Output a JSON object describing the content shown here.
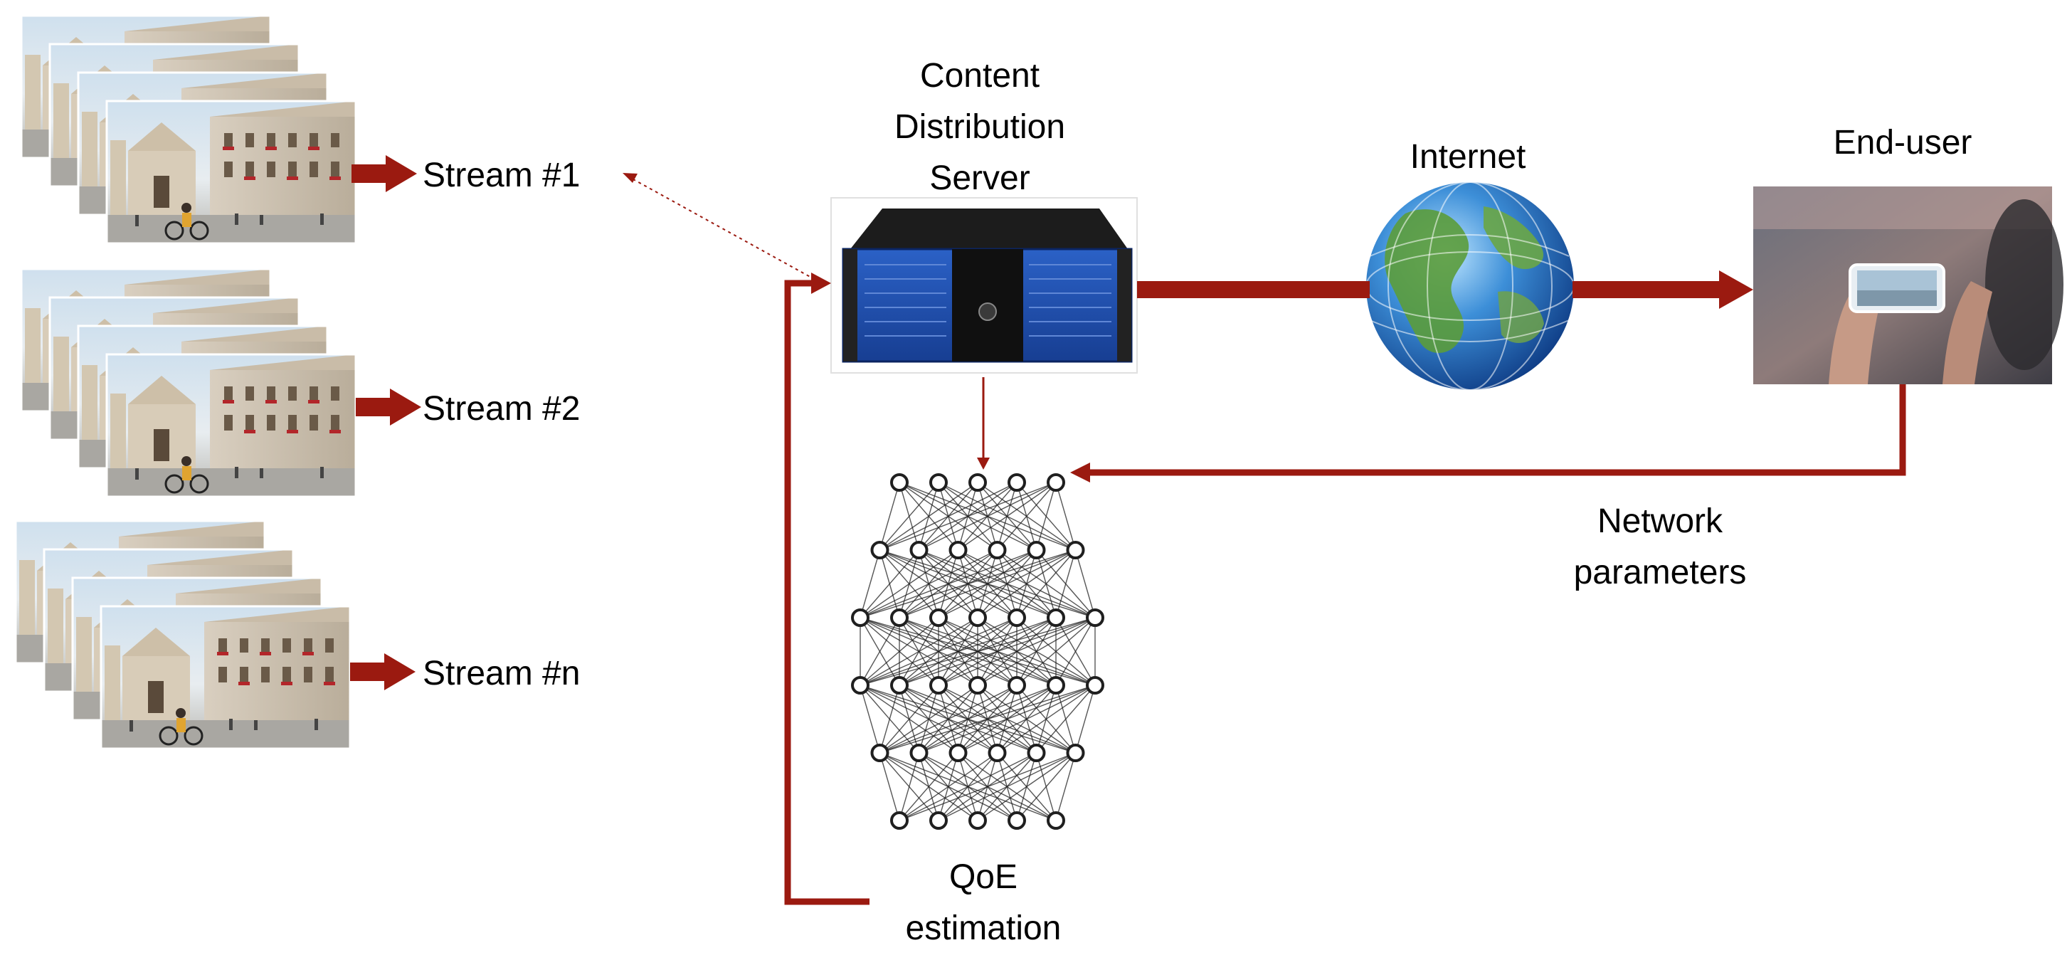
{
  "colors": {
    "arrow": "#9b1a10",
    "line": "#1f1f1f",
    "server_blue": "#1f4fb0",
    "globe_ocean": "#2a72c8",
    "globe_land": "#5a9a3a"
  },
  "icons": {
    "stream_frames": "video-frames-stack-icon",
    "server": "rack-server-icon",
    "internet": "globe-icon",
    "end_user": "smartphone-viewer-icon",
    "qoe": "neural-network-icon"
  },
  "streams": [
    {
      "label": "Stream #1"
    },
    {
      "label": "Stream #2"
    },
    {
      "label": "Stream #n"
    }
  ],
  "server": {
    "label_lines": [
      "Content",
      "Distribution",
      "Server"
    ]
  },
  "internet": {
    "label": "Internet"
  },
  "end_user": {
    "label": "End-user"
  },
  "network_params": {
    "label_lines": [
      "Network",
      "parameters"
    ]
  },
  "qoe": {
    "label_lines": [
      "QoE",
      "estimation"
    ]
  },
  "neural_net": {
    "layers": [
      5,
      6,
      7,
      7,
      6,
      5
    ]
  }
}
